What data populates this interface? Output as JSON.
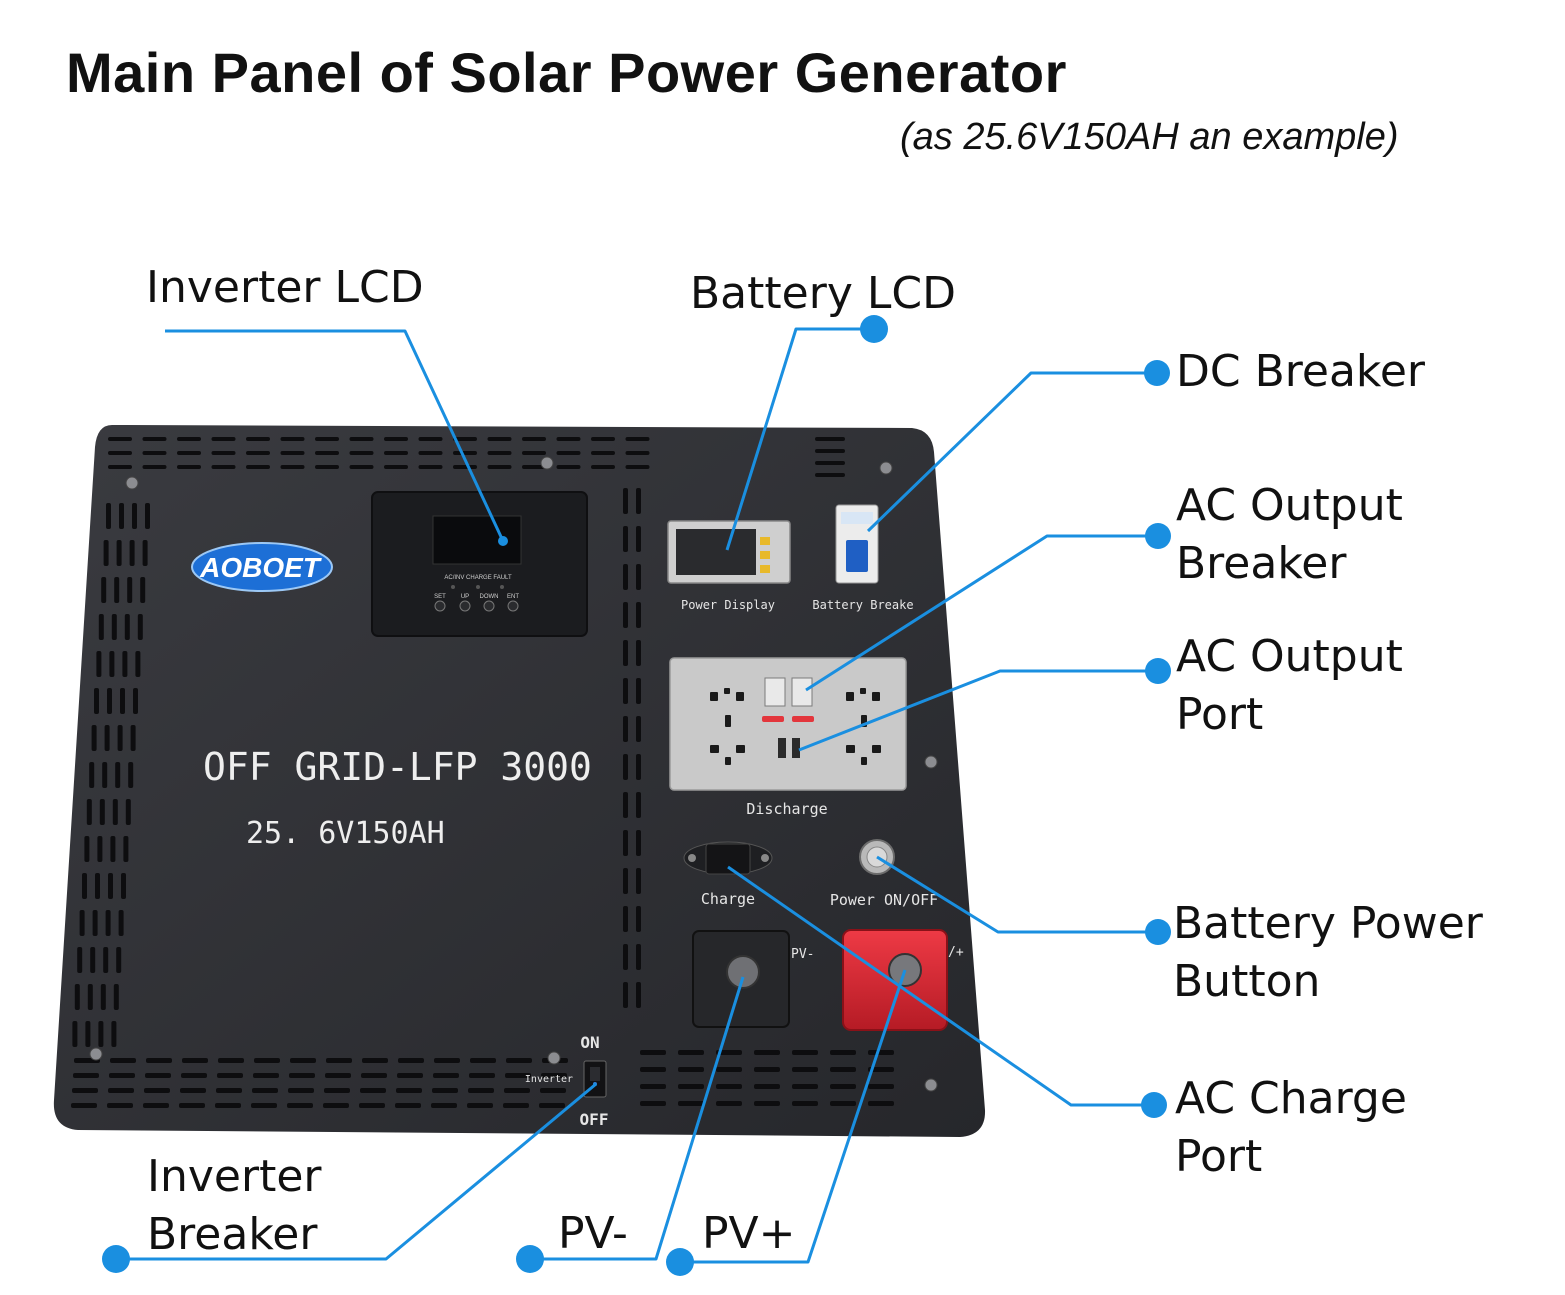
{
  "header": {
    "title": "Main Panel of Solar Power Generator",
    "subtitle": "(as 25.6V150AH an example)"
  },
  "colors": {
    "callout_line": "#1a8fe0",
    "panel": "#2f3034",
    "panel_dark": "#1c1d20",
    "brand_badge": "#1d6fd6",
    "socket_face": "#c9c9c9",
    "pv_negative": "#26272a",
    "pv_positive": "#d8232f"
  },
  "device": {
    "brand": "AOBOET",
    "model": "OFF GRID-LFP 3000",
    "spec": "25. 6V150AH",
    "inverter_lcd_indicators": "AC/INV   CHARGE   FAULT",
    "inverter_lcd_buttons": [
      "SET",
      "UP",
      "DOWN",
      "ENT"
    ],
    "power_display_label": "Power Display",
    "battery_breaker_label": "Battery Breake",
    "discharge_label": "Discharge",
    "charge_label": "Charge",
    "power_button_label": "Power ON/OFF",
    "pv_minus_mark": "PV-",
    "pv_plus_mark": "/+",
    "inverter_switch_label": "Inverter",
    "switch_on": "ON",
    "switch_off": "OFF"
  },
  "callouts": {
    "inverter_lcd": "Inverter LCD",
    "battery_lcd": "Battery LCD",
    "dc_breaker": "DC Breaker",
    "ac_output_breaker": [
      "AC Output",
      "Breaker"
    ],
    "ac_output_port": [
      "AC Output",
      "Port"
    ],
    "battery_power_button": [
      "Battery Power",
      "Button"
    ],
    "ac_charge_port": [
      "AC Charge",
      "Port"
    ],
    "inverter_breaker": [
      "Inverter",
      "Breaker"
    ],
    "pv_minus": "PV-",
    "pv_plus": "PV+"
  }
}
